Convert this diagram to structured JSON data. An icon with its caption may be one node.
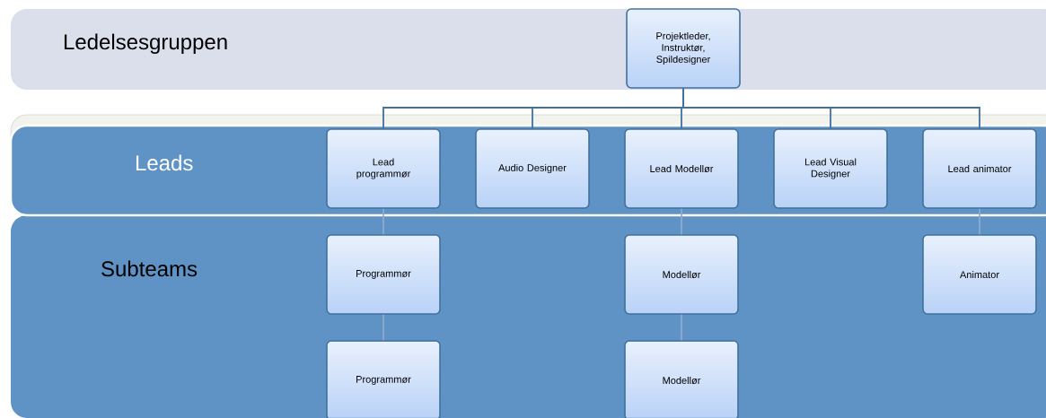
{
  "diagram": {
    "nodes": [
      {
        "text": [
          "Ledelsesgruppen"
        ]
      },
      {
        "text": [
          "Projektleder, Instruktør, Spildesigner"
        ],
        "in": 0
      },
      {
        "text": [
          "Leads"
        ]
      },
      {
        "text": [
          "Lead programmør"
        ],
        "in": 2
      },
      {
        "text": [
          "Audio Designer"
        ],
        "in": 2
      },
      {
        "text": [
          "Lead Modellør"
        ],
        "in": 2
      },
      {
        "text": [
          "Lead Visual Designer"
        ],
        "in": 2
      },
      {
        "text": [
          "Lead animator"
        ],
        "in": 2
      },
      {
        "text": [
          "Subteams"
        ]
      },
      {
        "text": [
          "Programmør"
        ],
        "in": 8
      },
      {
        "text": [
          "Programmør"
        ],
        "in": 8
      },
      {
        "text": [
          "Modellør"
        ],
        "in": 8
      },
      {
        "text": [
          "Modellør"
        ],
        "in": 8
      },
      {
        "text": [
          "Animator"
        ],
        "in": 8
      }
    ],
    "edges": [
      {
        "from": 1,
        "to": 3,
        "arrow": "none"
      },
      {
        "from": 1,
        "to": 4,
        "arrow": "none"
      },
      {
        "from": 1,
        "to": 5,
        "arrow": "none"
      },
      {
        "from": 1,
        "to": 6,
        "arrow": "none"
      },
      {
        "from": 1,
        "to": 7,
        "arrow": "none"
      },
      {
        "from": 3,
        "to": 9,
        "arrow": "none",
        "color": "#8eaacd"
      },
      {
        "from": 9,
        "to": 10,
        "arrow": "none",
        "color": "#8eaacd"
      },
      {
        "from": 5,
        "to": 11,
        "arrow": "none",
        "color": "#8eaacd"
      },
      {
        "from": 11,
        "to": 12,
        "arrow": "none",
        "color": "#8eaacd"
      },
      {
        "from": 7,
        "to": 13,
        "arrow": "none",
        "color": "#8eaacd"
      }
    ]
  }
}
